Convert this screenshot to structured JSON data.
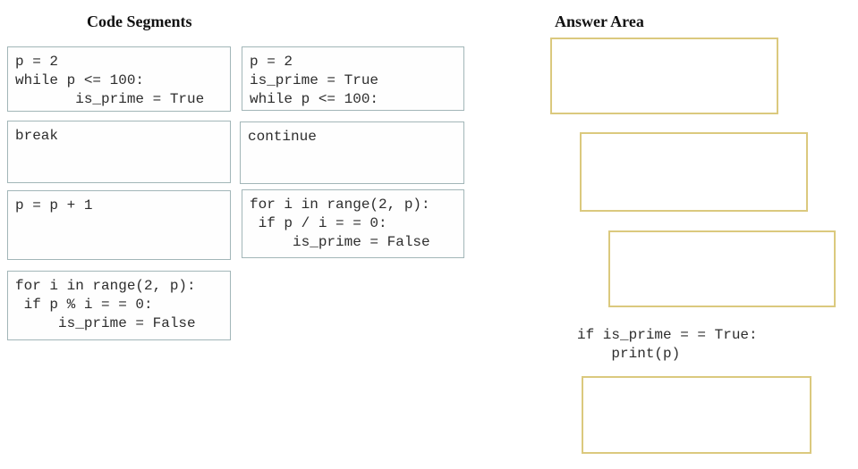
{
  "titles": {
    "code_segments": "Code Segments",
    "answer_area": "Answer Area"
  },
  "code_segments": [
    {
      "code": "p = 2\nwhile p <= 100:\n       is_prime = True"
    },
    {
      "code": "p = 2\nis_prime = True\nwhile p <= 100:"
    },
    {
      "code": "break"
    },
    {
      "code": "continue"
    },
    {
      "code": "p = p + 1"
    },
    {
      "code": "for i in range(2, p):\n if p / i = = 0:\n     is_prime = False"
    },
    {
      "code": "for i in range(2, p):\n if p % i = = 0:\n     is_prime = False"
    }
  ],
  "answer_area": {
    "fixed_code": "if is_prime = = True:\n    print(p)",
    "slot_count": 4
  },
  "colors": {
    "segment_border": "#a2b6b8",
    "slot_border": "#dbc97e",
    "code_text": "#2d2d2d",
    "title_text": "#111111",
    "background": "#ffffff"
  }
}
